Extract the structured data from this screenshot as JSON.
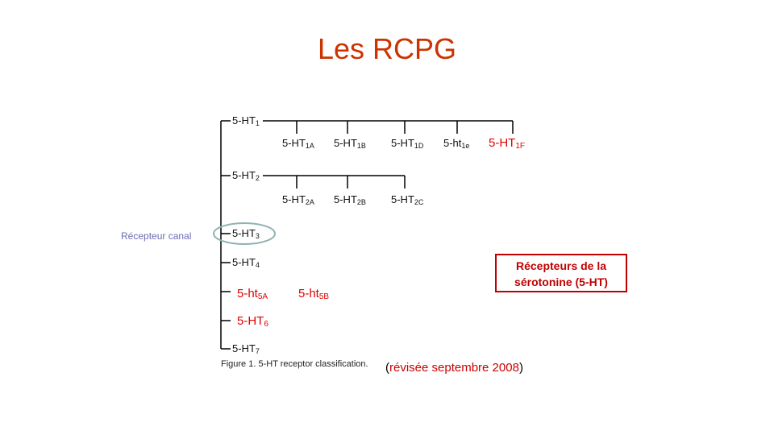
{
  "title": "Les RCPG",
  "tree": {
    "main": [
      {
        "base": "5-HT",
        "sub": "1"
      },
      {
        "base": "5-HT",
        "sub": "2"
      },
      {
        "base": "5-HT",
        "sub": "3"
      },
      {
        "base": "5-HT",
        "sub": "4"
      },
      {
        "base": "5-HT",
        "sub": "7"
      }
    ],
    "ht1_children": [
      {
        "base": "5-HT",
        "sub": "1A"
      },
      {
        "base": "5-HT",
        "sub": "1B"
      },
      {
        "base": "5-HT",
        "sub": "1D"
      },
      {
        "base": "5-ht",
        "sub": "1e"
      },
      {
        "base": "5-HT",
        "sub": "1F"
      }
    ],
    "ht2_children": [
      {
        "base": "5-HT",
        "sub": "2A"
      },
      {
        "base": "5-HT",
        "sub": "2B"
      },
      {
        "base": "5-HT",
        "sub": "2C"
      }
    ],
    "ht5": [
      {
        "base": "5-ht",
        "sub": "5A"
      },
      {
        "base": "5-ht",
        "sub": "5B"
      }
    ],
    "ht6": {
      "base": "5-HT",
      "sub": "6"
    }
  },
  "canal_label": "Récepteur canal",
  "box_text": {
    "line1": "Récepteurs de la",
    "line2": "sérotonine (5-HT)"
  },
  "figure_caption": "Figure 1. 5-HT receptor classification.",
  "revised": {
    "open": "(",
    "text": "révisée septembre 2008",
    "close": ")"
  },
  "colors": {
    "title": "#cc3300",
    "highlight": "#e00000",
    "canal": "#6b6bb5",
    "ellipse": "#8fb3b0"
  }
}
